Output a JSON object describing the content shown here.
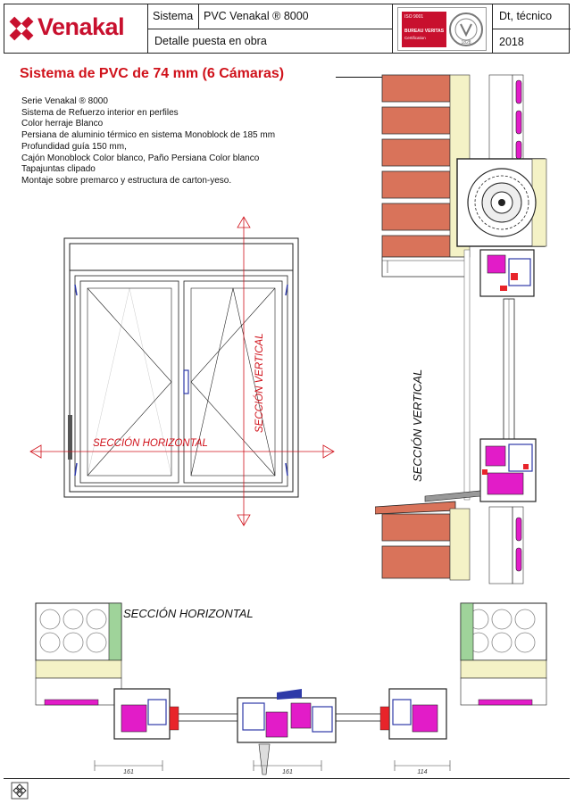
{
  "header": {
    "brand": "Venakal",
    "system_label": "Sistema",
    "system_value": "PVC Venakal ® 8000",
    "detail": "Detalle puesta en obra",
    "cert_iso": "ISO 9001",
    "cert_body": "BUREAU VERITAS",
    "cert_sub": "Certification",
    "seal_year": "1828",
    "doc_type": "Dt, técnico",
    "year": "2018"
  },
  "title": "Sistema de PVC de 74 mm (6 Cámaras)",
  "description": [
    "Serie Venakal ® 8000",
    "Sistema de Refuerzo interior en perfiles",
    "Color herraje Blanco",
    "Persiana de aluminio térmico en sistema Monoblock de 185 mm",
    "Profundidad guía 150 mm,",
    "Cajón Monoblock Color blanco, Paño Persiana Color blanco",
    "Tapajuntas clipado",
    "Montaje sobre premarco y estructura de carton-yeso."
  ],
  "labels": {
    "section_horizontal": "SECCIÓN HORIZONTAL",
    "section_vertical": "SECCIÓN VERTICAL"
  },
  "dimensions": [
    "161",
    "161",
    "114"
  ],
  "colors": {
    "brand_red": "#c8102e",
    "brick": "#d9735a",
    "insulation": "#f4f2c6",
    "magenta": "#e21cc8",
    "blue": "#2e3aa8",
    "profile_red": "#e8242a",
    "gypsum": "#9fd39a"
  }
}
